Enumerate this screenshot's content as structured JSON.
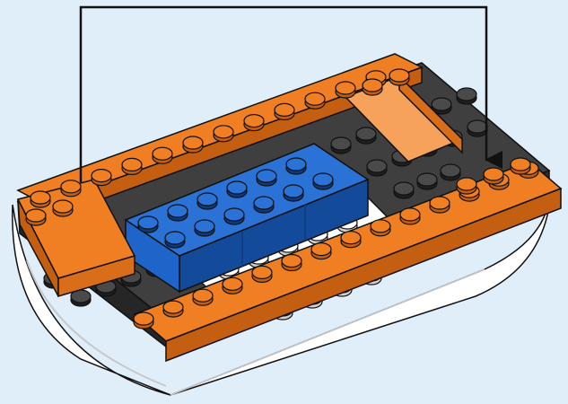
{
  "scene": {
    "kind": "building-instruction-step",
    "colors": {
      "background": "#e0eefa",
      "orange": "#f07f24",
      "orange_dark": "#c45f12",
      "orange_light": "#f7a25a",
      "blue": "#1f64c8",
      "blue_dark": "#134a99",
      "gray": "#3f3f3f",
      "gray_dark": "#262626",
      "white": "#ffffff",
      "outline": "#111111"
    },
    "callout": {
      "arrow_count": 2,
      "icon": "arrow-down-icon"
    },
    "parts": [
      {
        "name": "orange-slope-left",
        "color": "orange"
      },
      {
        "name": "orange-slope-right",
        "color": "orange"
      },
      {
        "name": "blue-bricks",
        "color": "blue"
      },
      {
        "name": "white-plates",
        "color": "white"
      },
      {
        "name": "dark-gray-plates",
        "color": "gray"
      },
      {
        "name": "white-curved-hull",
        "color": "white"
      }
    ]
  }
}
